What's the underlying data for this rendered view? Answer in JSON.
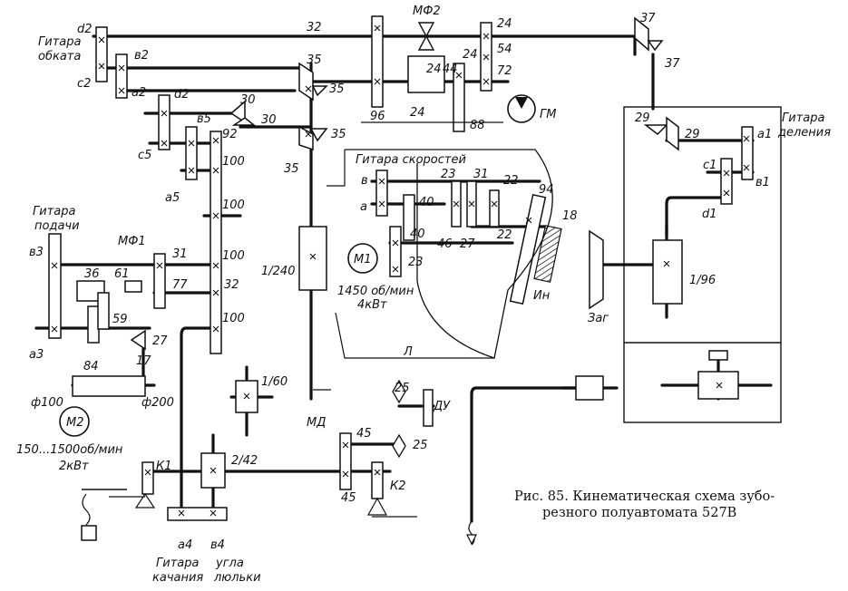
{
  "caption": {
    "line1": "Рис. 85. Кинематическая схема зубо-",
    "line2": "резного полуавтомата 527В"
  },
  "guitars": {
    "obkata_1": "Гитара",
    "obkata_2": "обката",
    "podachi_1": "Гитара",
    "podachi_2": "подачи",
    "skorostey": "Гитара скоростей",
    "deleniya_1": "Гитара",
    "deleniya_2": "деления",
    "kachaniya_1": "Гитара",
    "kachaniya_2": "качания",
    "lyulki_1": "угла",
    "lyulki_2": "люльки"
  },
  "motors": {
    "m1_label": "М1",
    "m1_speed": "1450 об/мин",
    "m1_power": "4кВт",
    "m2_label": "М2",
    "m2_speed": "150...1500об/мин",
    "m2_power": "2кВт"
  },
  "letters": {
    "d2": "d2",
    "c2": "c2",
    "b2": "в2",
    "a2": "a2",
    "d2b": "d2",
    "b5": "в5",
    "c5": "c5",
    "a5": "a5",
    "b3": "в3",
    "a3": "a3",
    "a4": "a4",
    "b4": "в4",
    "a1": "a1",
    "c1": "c1",
    "b1": "в1",
    "d1": "d1",
    "v": "в",
    "a": "а"
  },
  "numbers": {
    "n32a": "32",
    "n24a": "24",
    "n54": "54",
    "n72": "72",
    "n96": "96",
    "n24b": "24",
    "n24c": "24",
    "n44": "44",
    "n24d": "24",
    "n88": "88",
    "n35a": "35",
    "n35b": "35",
    "n35c": "35",
    "n35d": "35",
    "n30a": "30",
    "n30b": "30",
    "n92": "92",
    "n100a": "100",
    "n100b": "100",
    "n100c": "100",
    "n100d": "100",
    "n32b": "32",
    "n37a": "37",
    "n37b": "37",
    "n29a": "29",
    "n29b": "29",
    "n31": "31",
    "n61": "61",
    "n36": "36",
    "n77": "77",
    "n59": "59",
    "n27a": "27",
    "n84": "84",
    "n17": "17",
    "d100": "ф100",
    "d200": "ф200",
    "n40a": "40",
    "n40b": "40",
    "n23a": "23",
    "n23b": "23",
    "n31b": "31",
    "n22a": "22",
    "n22b": "22",
    "n46": "46",
    "n27b": "27",
    "n94": "94",
    "n18": "18",
    "r1240": "1/240",
    "r160": "1/60",
    "r242": "2/42",
    "r196": "1/96",
    "n25a": "25",
    "n25b": "25",
    "n45a": "45",
    "n45b": "45"
  },
  "units": {
    "mf1": "МФ1",
    "mf2": "МФ2",
    "gm": "ГМ",
    "md": "МД",
    "du": "ДУ",
    "k1": "К1",
    "k2": "К2",
    "in": "Ин",
    "zag": "Заг",
    "l": "Л"
  }
}
